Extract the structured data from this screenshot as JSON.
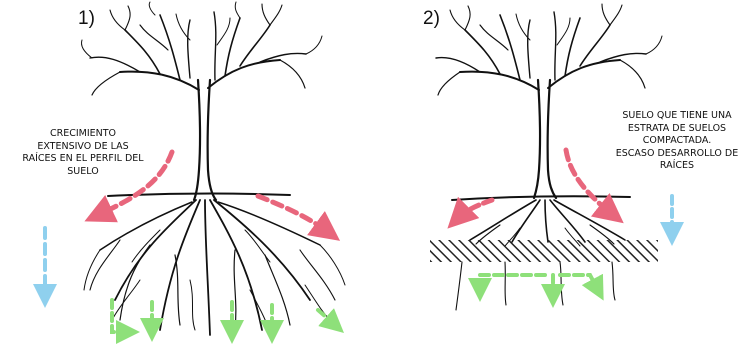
{
  "panels": [
    {
      "number": "1)",
      "caption_lines": [
        "CRECIMIENTO",
        "EXTENSIVO DE LAS",
        "RAÍCES EN EL PERFIL DEL",
        "SUELO"
      ]
    },
    {
      "number": "2)",
      "caption_lines": [
        "SUELO QUE TIENE UNA",
        "ESTRATA DE SUELOS",
        "COMPACTADA.",
        "ESCASO DESARROLLO DE",
        "RAÍCES"
      ]
    }
  ],
  "colors": {
    "ink": "#111111",
    "arrow_pink": "#e8667c",
    "arrow_blue": "#8fd0ee",
    "arrow_green": "#8ee07a",
    "hatch": "#222222"
  }
}
